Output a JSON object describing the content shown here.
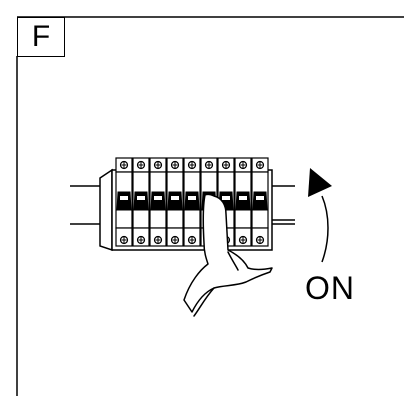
{
  "step": {
    "label": "F"
  },
  "instruction": {
    "switch_direction_label": "ON"
  },
  "diagram": {
    "breaker_count": 9,
    "arrow_icon": "curved-arrow-up-icon",
    "hand_icon": "hand-pointing-icon"
  }
}
